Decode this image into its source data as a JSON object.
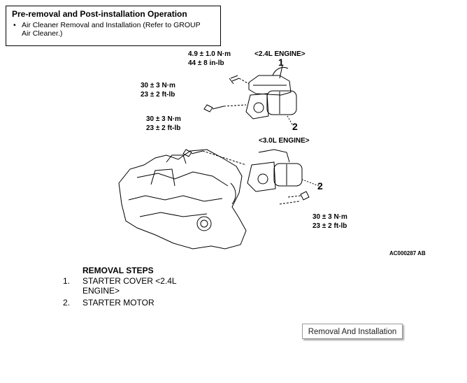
{
  "pre_box": {
    "title": "Pre-removal and Post-installation Operation",
    "bullet": "•",
    "item_line1": "Air Cleaner Removal and Installation (Refer to GROUP",
    "item_line2": "Air Cleaner.)"
  },
  "diagram": {
    "torque_top_nm": "4.9 ± 1.0 N·m",
    "torque_top_inlb": "44 ± 8 in-lb",
    "engine_24": "<2.4L ENGINE>",
    "engine_30": "<3.0L ENGINE>",
    "torque_left1_nm": "30 ± 3 N·m",
    "torque_left1_ftlb": "23 ± 2 ft-lb",
    "torque_left2_nm": "30 ± 3 N·m",
    "torque_left2_ftlb": "23 ± 2 ft-lb",
    "torque_right_nm": "30 ± 3 N·m",
    "torque_right_ftlb": "23 ± 2 ft-lb",
    "callout_1": "1",
    "callout_2a": "2",
    "callout_2b": "2",
    "figure_code": "AC000287 AB"
  },
  "removal_steps": {
    "heading": "REMOVAL STEPS",
    "items": [
      {
        "num": "1.",
        "text": "STARTER COVER <2.4L ENGINE>"
      },
      {
        "num": "2.",
        "text": "STARTER MOTOR"
      }
    ]
  },
  "button": {
    "label": "Removal And Installation"
  }
}
